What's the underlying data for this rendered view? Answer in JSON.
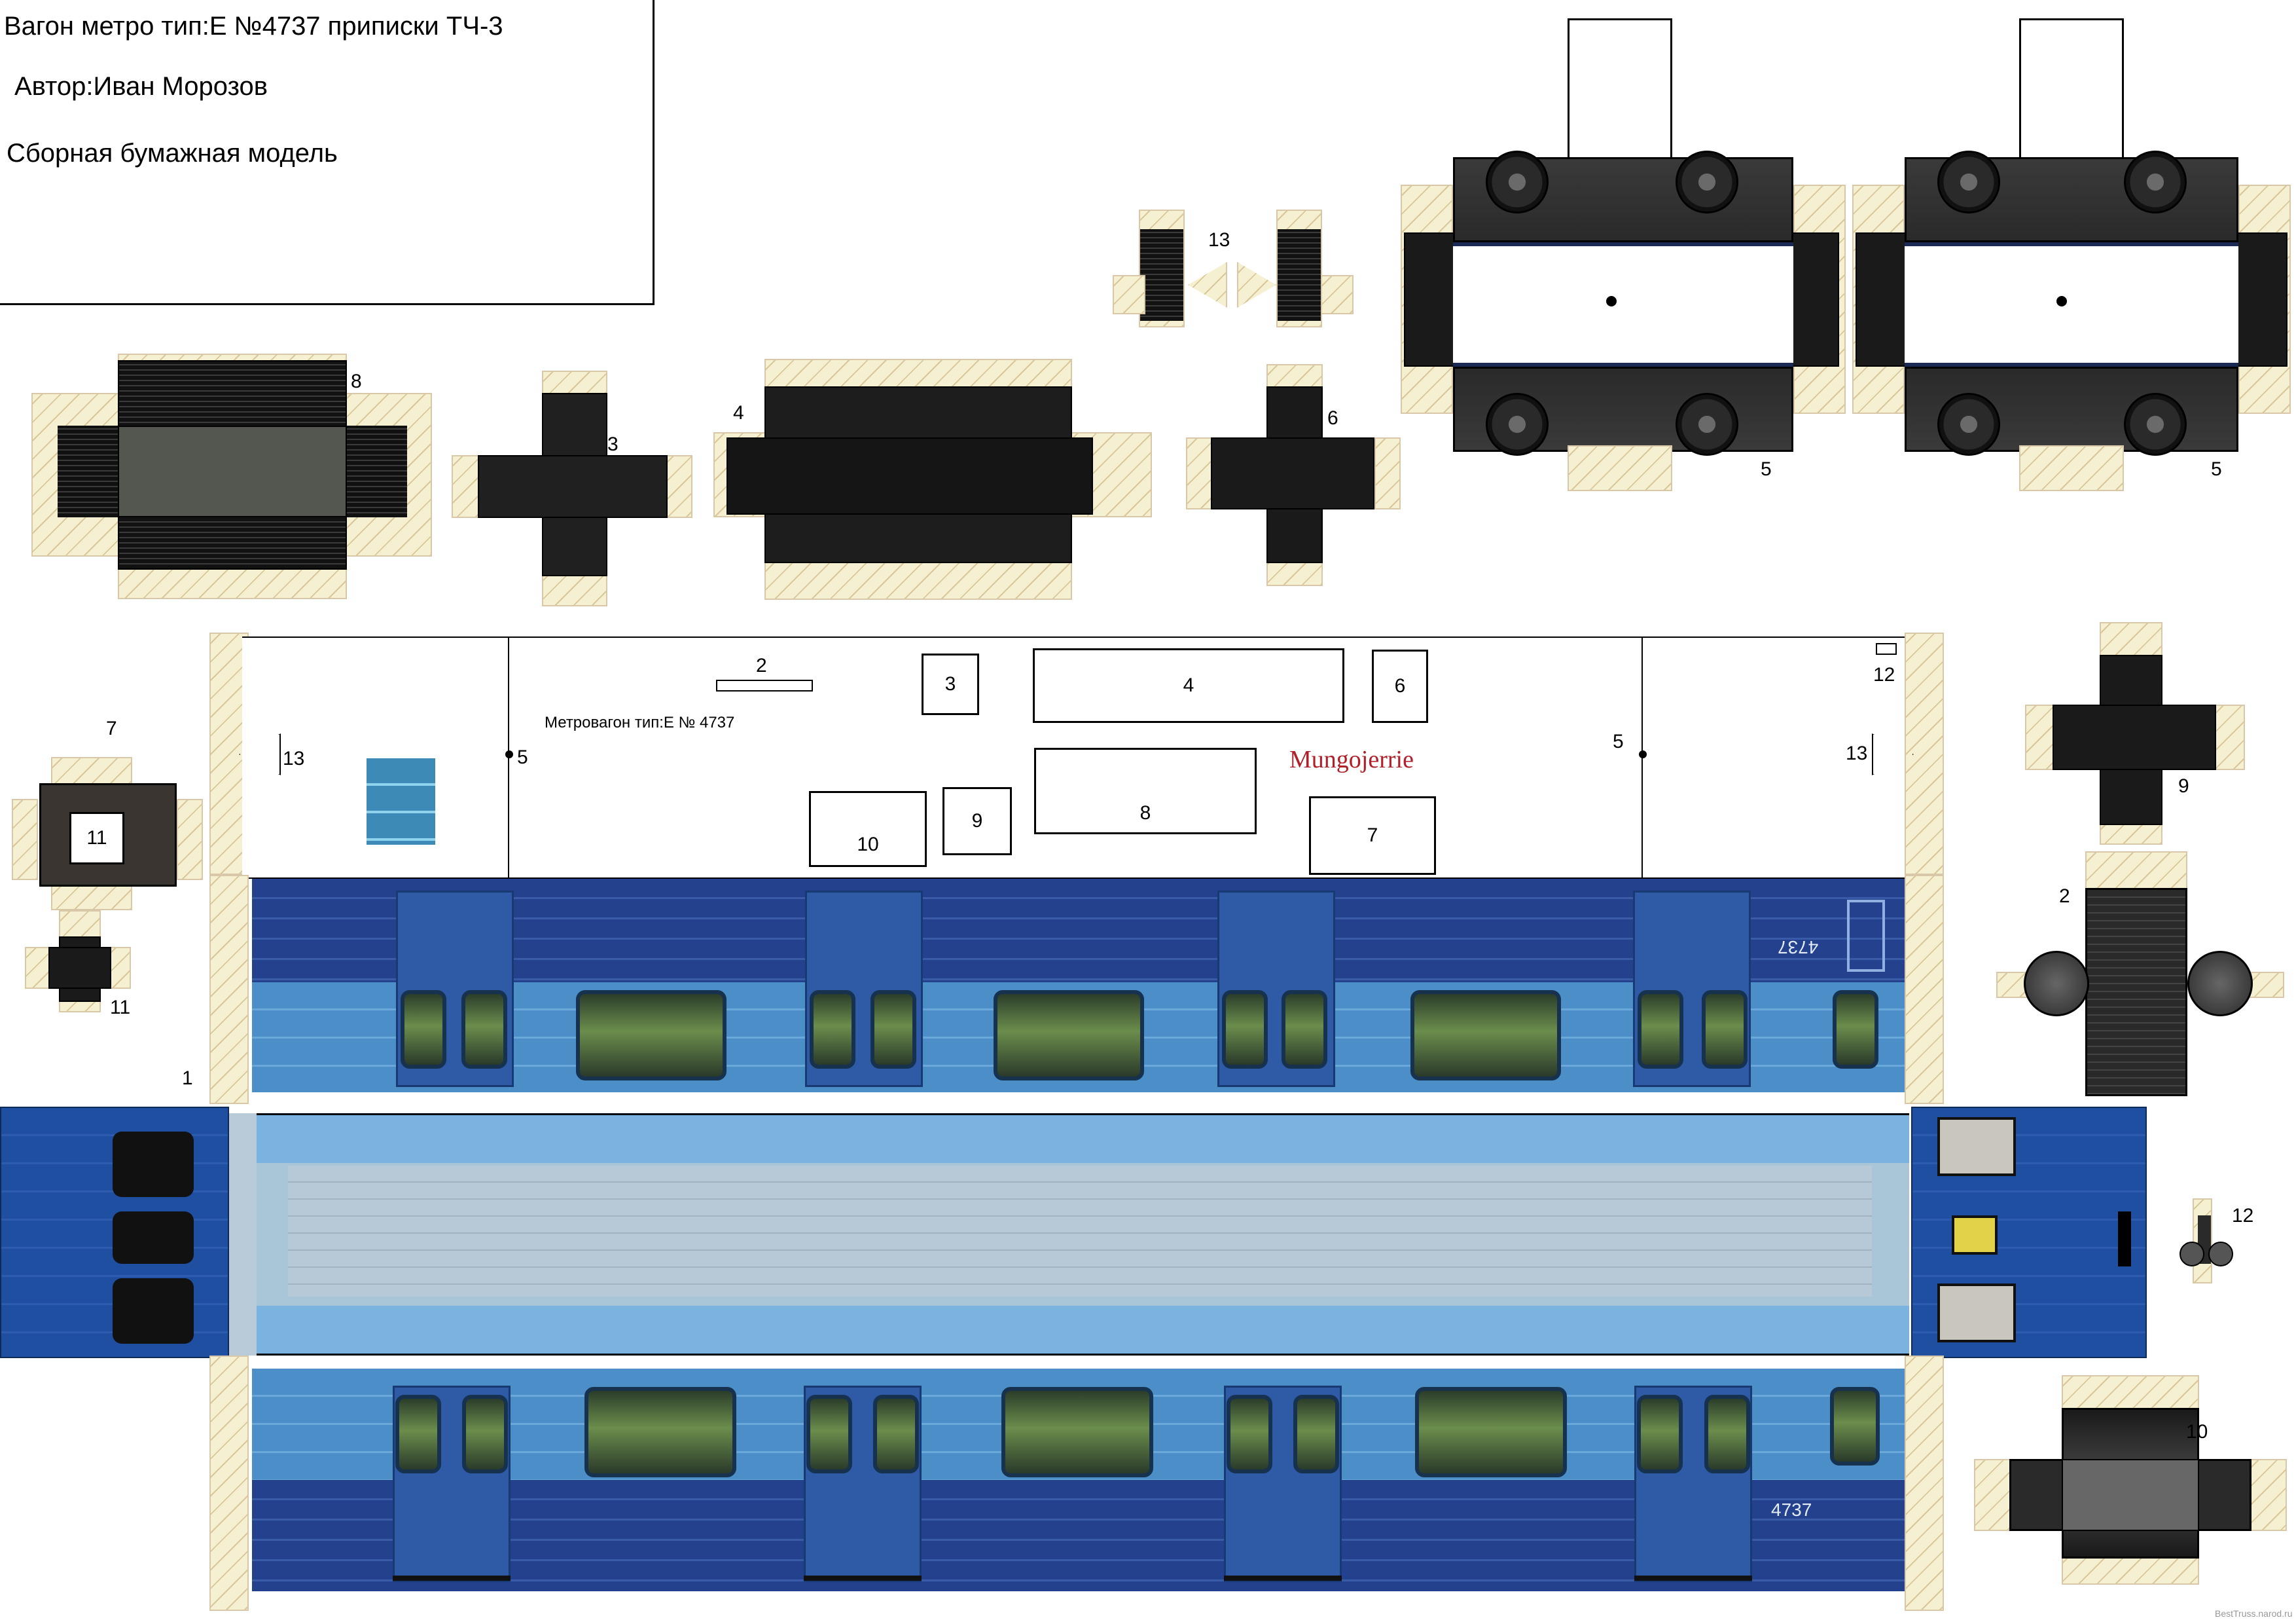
{
  "header": {
    "title": "Вагон метро тип:Е №4737 приписки ТЧ-3",
    "author": "Автор:Иван Морозов",
    "subtitle": "Сборная бумажная модель"
  },
  "roof": {
    "caption": "Метровагон тип:Е  № 4737",
    "logo_text": "Mungojerrie",
    "side_number": "4737"
  },
  "labels": {
    "p1": "1",
    "p2": "2",
    "p3": "3",
    "p4": "4",
    "p5": "5",
    "p6": "6",
    "p7": "7",
    "p8": "8",
    "p9": "9",
    "p10": "10",
    "p11": "11",
    "p12": "12",
    "p13": "13"
  },
  "watermark": "BestTruss.narod.ru",
  "colors": {
    "roof_blue_dark": "#23418c",
    "side_light_blue": "#4c8fc8",
    "side_dark_blue": "#1f4fa0",
    "underframe": "#1a1a1a"
  }
}
